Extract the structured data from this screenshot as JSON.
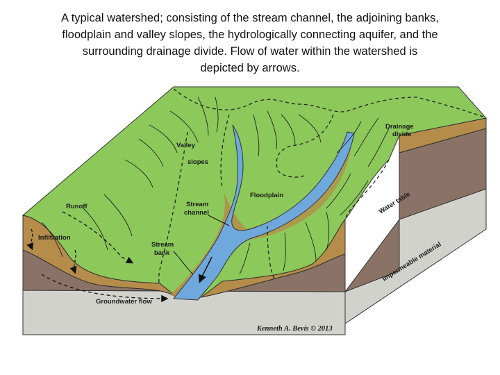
{
  "caption": {
    "line1": "A typical watershed; consisting of the stream channel, the adjoining banks,",
    "line2": "floodplain and valley slopes, the hydrologically connecting aquifer, and the",
    "line3": "surrounding drainage divide.  Flow of water within the watershed is",
    "line4": "depicted by arrows."
  },
  "labels": {
    "drainage_divide_1": "Drainage",
    "drainage_divide_2": "divide",
    "valley_slopes_1": "Valley",
    "valley_slopes_2": "slopes",
    "floodplain": "Floodplain",
    "runoff": "Runoff",
    "stream_channel_1": "Stream",
    "stream_channel_2": "channel",
    "infiltration": "Infiltration",
    "stream_bank_1": "Stream",
    "stream_bank_2": "bank",
    "groundwater_flow": "Groundwater flow",
    "water_table": "Water table",
    "impermeable_material": "Impermeable material"
  },
  "credit": "Kenneth A. Bevis © 2013",
  "colors": {
    "land": "#8cc85a",
    "soil": "#b58c4a",
    "aquifer": "#8a7366",
    "bedrock": "#d2d2cc",
    "water": "#6fa8dc"
  }
}
